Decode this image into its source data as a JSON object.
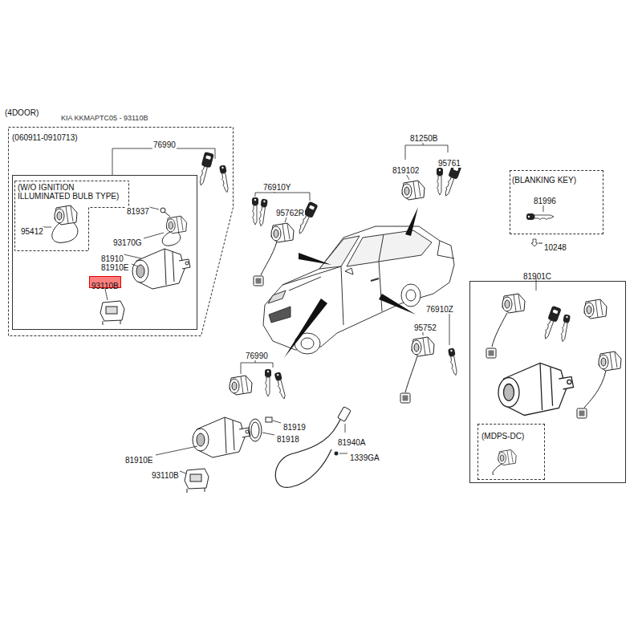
{
  "diagram": {
    "nodes": [
      {
        "text": [
          "(060911-0910713)"
        ]
      },
      {
        "text": [
          "(W/O IGNITION ILLUMINATED BULB TYPE)"
        ],
        "in": 0
      },
      {
        "text": [
          "93110B"
        ],
        "in": 0
      },
      {
        "text": [
          "(BLANKING KEY)"
        ]
      },
      {
        "text": [
          "81901C"
        ]
      },
      {
        "text": [
          "(MDPS-DC)"
        ],
        "in": 4
      }
    ],
    "labels": [
      "(4DOOR)",
      "KIA KKMAPTC05 - 93110B",
      "76990",
      "81937",
      "95412",
      "93170G",
      "81910",
      "81910E",
      "76910Y",
      "95762R",
      "81250B",
      "819102",
      "95761",
      "81996",
      "10248",
      "76910Z",
      "95752",
      "76990",
      "81919",
      "81918",
      "81940A",
      "1339GA",
      "81910E",
      "93110B"
    ]
  }
}
